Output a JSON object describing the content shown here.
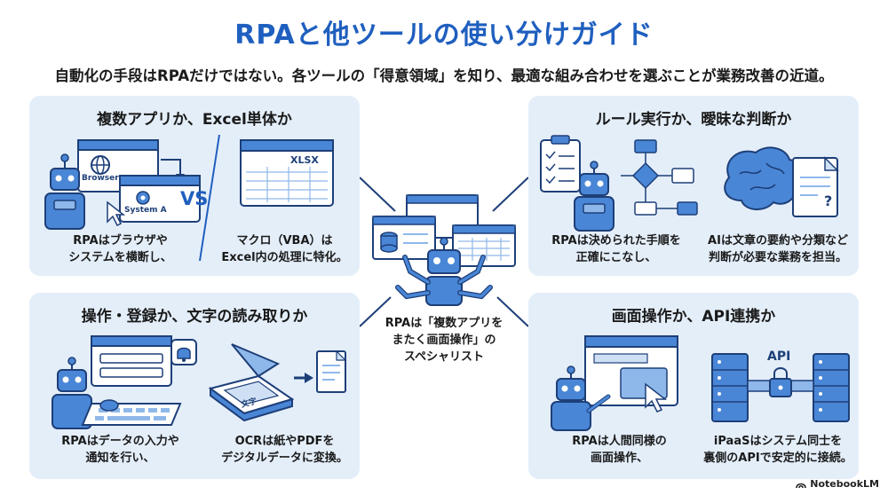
{
  "header": {
    "title": "RPAと他ツールの使い分けガイド",
    "subtitle": "自動化の手段はRPAだけではない。各ツールの「得意領域」を知り、最適な組み合わせを選ぶことが業務改善の近道。"
  },
  "panels": {
    "top_left": {
      "title": "複数アプリか、Excel単体か",
      "left_caption": [
        "RPAはブラウザや",
        "システムを横断し、"
      ],
      "right_caption": [
        "マクロ（VBA）は",
        "Excel内の処理に特化。"
      ],
      "browser_label": "Browser",
      "system_label": "System A",
      "vs_label": "VS",
      "xlsx_label": "XLSX"
    },
    "top_right": {
      "title": "ルール実行か、曖昧な判断か",
      "left_caption": [
        "RPAは決められた手順を",
        "正確にこなし、"
      ],
      "right_caption": [
        "AIは文章の要約や分類など",
        "判断が必要な業務を担当。"
      ],
      "doc_mark": "?"
    },
    "bottom_left": {
      "title": "操作・登録か、文字の読み取りか",
      "left_caption": [
        "RPAはデータの入力や",
        "通知を行い、"
      ],
      "right_caption": [
        "OCRは紙やPDFを",
        "デジタルデータに変換。"
      ],
      "scan_text": "文字"
    },
    "bottom_right": {
      "title": "画面操作か、API連携か",
      "left_caption": [
        "RPAは人間同様の",
        "画面操作、"
      ],
      "right_caption": [
        "iPaaSはシステム同士を",
        "裏側のAPIで安定的に接続。"
      ],
      "api_label": "API"
    }
  },
  "center": {
    "caption": [
      "RPAは「複数アプリを",
      "またく画面操作」の",
      "スペシャリスト"
    ]
  },
  "branding": {
    "label": "NotebookLM"
  },
  "colors": {
    "accent": "#1f5fbf",
    "panel_bg": "#e4eef9",
    "robot": "#4a86d6",
    "outline": "#1d3f78"
  }
}
